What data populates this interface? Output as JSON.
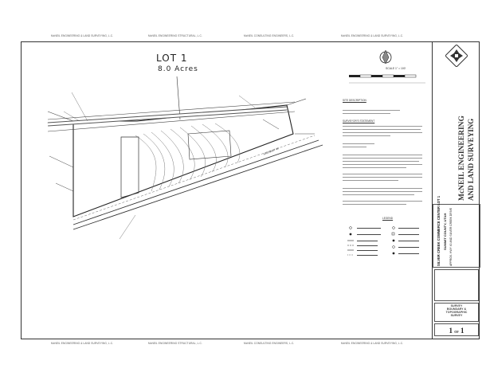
{
  "watermark": "McNEIL ENGINEERING & LAND SURVEYING, L.C.",
  "watermark_structural": "McNEIL ENGINEERING STRUCTURAL, L.C.",
  "watermark_consulting": "McNEIL CONSULTING ENGINEERS, L.C.",
  "annotation": {
    "lot": "LOT 1",
    "acres": "8.0 Acres"
  },
  "scale": {
    "text": "SCALE 1\" = 100'"
  },
  "title_block": {
    "firm_line1": "McNEIL ENGINEERING",
    "firm_line2": "AND LAND SURVEYING",
    "project_line1": "SILVER CREEK COMMERCE CENTER LOT 1",
    "project_line2": "SUMMIT COUNTY, UTAH",
    "project_line3": "APPROX. HWY 40 AND SILVER CREEK DRIVE",
    "sheet_title1": "SURVEY",
    "sheet_title2": "BOUNDARY &",
    "sheet_title3": "TOPOGRAPHIC",
    "sheet_title4": "SURVEY",
    "sheet_number": "1",
    "sheet_of": "OF",
    "sheet_total": "1"
  },
  "notes": {
    "heading1": "SITE DESCRIPTION",
    "heading2": "SURVEYOR'S STATEMENT",
    "heading3": "LEGEND"
  },
  "map": {
    "highway": "HIGHWAY 40"
  }
}
